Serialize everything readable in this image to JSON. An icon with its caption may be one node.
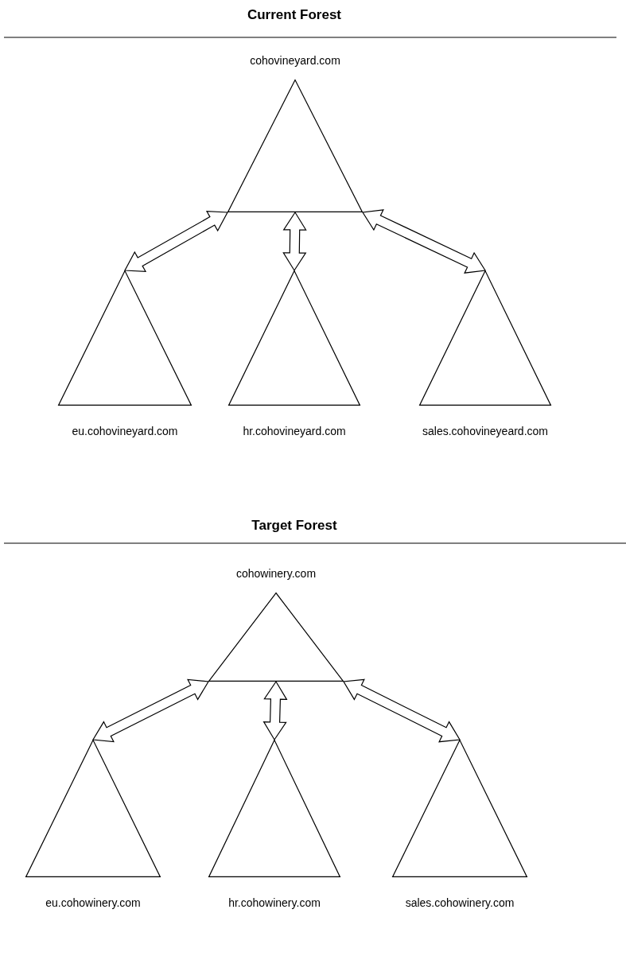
{
  "diagram": {
    "nodes": [
      {
        "text": [
          "cohovineyard.com"
        ]
      },
      {
        "text": [
          "eu.cohovineyard.com"
        ]
      },
      {
        "text": [
          "hr.cohovineyard.com"
        ]
      },
      {
        "text": [
          "sales.cohovineyeard.com"
        ]
      },
      {
        "text": [
          "cohowinery.com"
        ]
      },
      {
        "text": [
          "eu.cohowinery.com"
        ]
      },
      {
        "text": [
          "hr.cohowinery.com"
        ]
      },
      {
        "text": [
          "sales.cohowinery.com"
        ]
      }
    ],
    "edges": [
      {
        "from": 0,
        "to": 1,
        "arrow": "both"
      },
      {
        "from": 0,
        "to": 2,
        "arrow": "both"
      },
      {
        "from": 0,
        "to": 3,
        "arrow": "both"
      },
      {
        "from": 4,
        "to": 5,
        "arrow": "both"
      },
      {
        "from": 4,
        "to": 6,
        "arrow": "both"
      },
      {
        "from": 4,
        "to": 7,
        "arrow": "both"
      }
    ],
    "labels": [
      "Current Forest",
      "Target Forest"
    ]
  }
}
